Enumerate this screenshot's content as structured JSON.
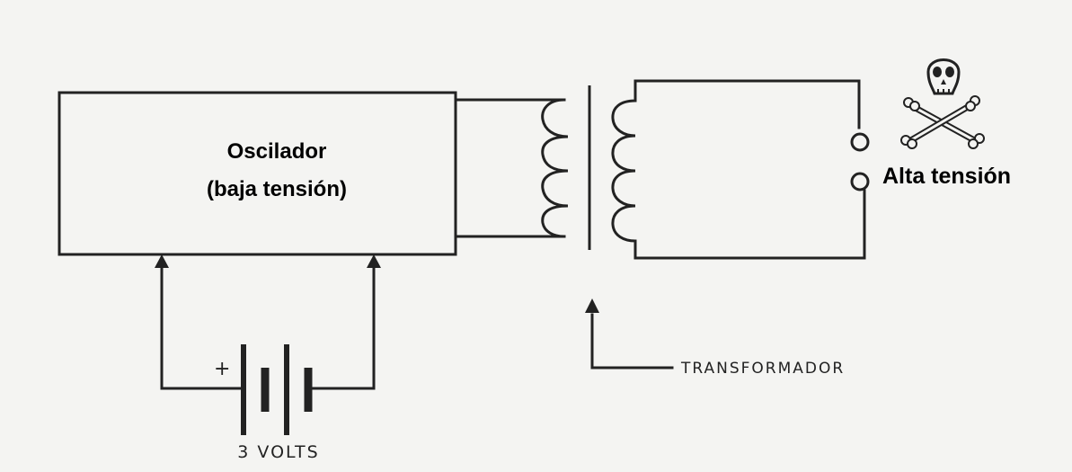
{
  "oscillator": {
    "line1": "Oscilador",
    "line2": "(baja tensión)"
  },
  "output_label": "Alta tensión",
  "transformer_label": "TRANSFORMADOR",
  "battery": {
    "plus_sign": "+",
    "label": "3 VOLTS"
  },
  "hazard_symbol": "skull-and-crossbones-icon",
  "colors": {
    "ink": "#222222",
    "paper": "#f4f4f2"
  }
}
